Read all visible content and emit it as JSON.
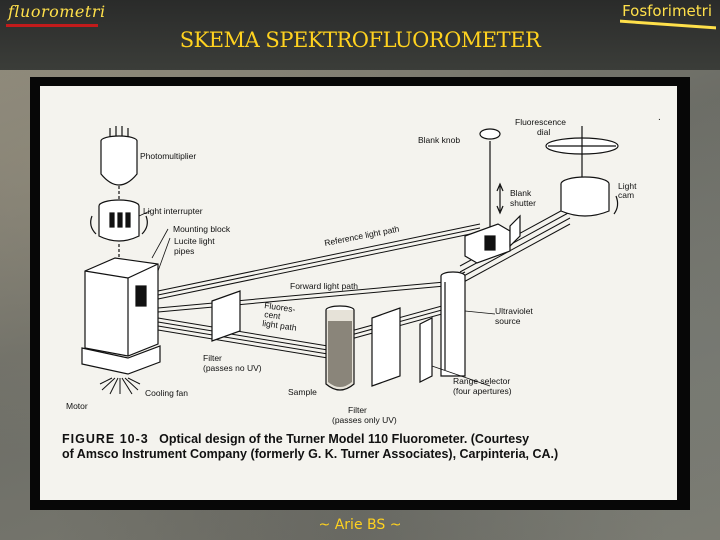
{
  "header": {
    "brand_left": "fluorometri",
    "brand_right": "Fosforimetri",
    "title": "SKEMA SPEKTROFLUOROMETER"
  },
  "figure": {
    "labels": {
      "photomultiplier": "Photomultiplier",
      "light_interrupter": "Light interrupter",
      "mounting_block": "Mounting block",
      "lucite_line1": "Lucite light",
      "lucite_line2": "pipes",
      "blank_knob": "Blank knob",
      "fluorescence_line1": "Fluorescence",
      "fluorescence_line2": "dial",
      "light_cam_line1": "Light",
      "light_cam_line2": "cam",
      "blank_shutter_line1": "Blank",
      "blank_shutter_line2": "shutter",
      "reference_path": "Reference light path",
      "forward_path": "Forward light path",
      "fluor_line1": "Fluores-",
      "fluor_line2": "cent",
      "fluor_line3": "light path",
      "uv_line1": "Ultraviolet",
      "uv_line2": "source",
      "filter_no_uv_line1": "Filter",
      "filter_no_uv_line2": "(passes no UV)",
      "range_line1": "Range selector",
      "range_line2": "(four apertures)",
      "cooling_fan": "Cooling fan",
      "sample": "Sample",
      "motor": "Motor",
      "filter_uv_line1": "Filter",
      "filter_uv_line2": "(passes only UV)"
    },
    "caption": {
      "figure_number": "FIGURE 10-3",
      "line1_text": "Optical design of the Turner Model 110 Fluorometer. (Courtesy",
      "line2_text": "of Amsco Instrument Company (formerly G. K. Turner Associates), Carpinteria, CA.)"
    }
  },
  "footer": {
    "author": "~ Arie BS ~"
  }
}
